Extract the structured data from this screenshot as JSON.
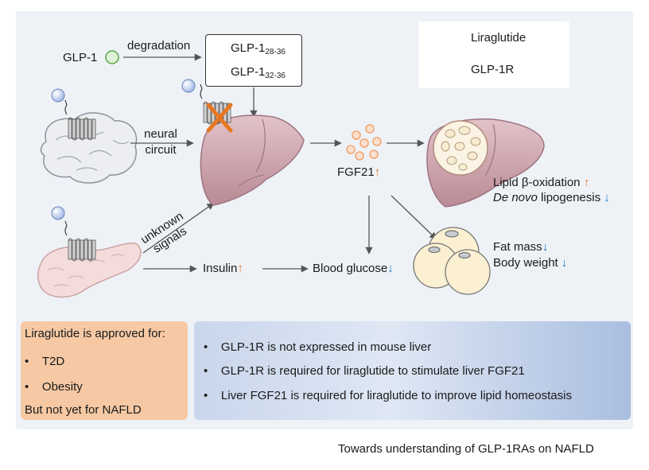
{
  "legend": {
    "ligand_label": "Liraglutide",
    "receptor_label": "GLP-1R"
  },
  "glp1_label": "GLP-1",
  "degradation_label": "degradation",
  "fragments": [
    {
      "base": "GLP-1",
      "sub": "28-36"
    },
    {
      "base": "GLP-1",
      "sub": "32-36"
    }
  ],
  "neural_label": [
    "neural",
    "circuit"
  ],
  "unknown_label": [
    "unknown",
    "signals"
  ],
  "fgf21_label": "FGF21",
  "insulin_label": "Insulin",
  "blood_glucose_label": "Blood glucose",
  "lipid_oxidation_label": "Lipid β-oxidation",
  "lipogenesis_italic": "De novo",
  "lipogenesis_rest": " lipogenesis",
  "fat_mass_label": "Fat mass",
  "body_weight_label": "Body weight",
  "arrows": {
    "up": "↑",
    "down": "↓"
  },
  "approved_box": {
    "title": "Liraglutide is approved for:",
    "items": [
      "T2D",
      "Obesity"
    ],
    "footer": "But not yet for NAFLD"
  },
  "findings_box": {
    "items": [
      "GLP-1R is not expressed in mouse liver",
      "GLP-1R is required for liraglutide to stimulate liver FGF21",
      "Liver FGF21 is required for liraglutide to improve lipid homeostasis"
    ]
  },
  "caption": "Towards understanding of GLP-1RAs on NAFLD",
  "colors": {
    "panel_bg": "#eef2f7",
    "liver": "#cfa3ad",
    "fgf21": "#f0a673",
    "cross": "#e87722",
    "up_arrow": "#e87722",
    "down_arrow": "#2a78c0",
    "approved_box": "#f6c9a4",
    "findings_box": "#a9bee0"
  },
  "icons": [
    "brain",
    "pancreas",
    "liver",
    "fat-cells",
    "ligand-sphere",
    "gpcr-receptor",
    "cross-mark"
  ]
}
